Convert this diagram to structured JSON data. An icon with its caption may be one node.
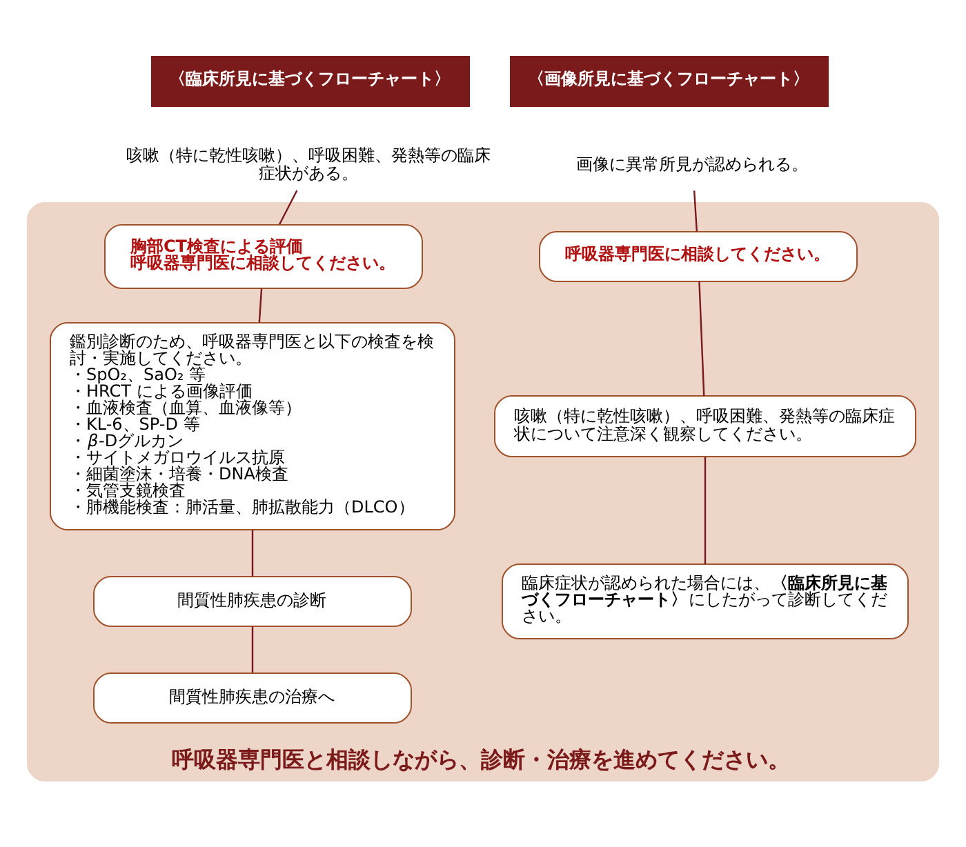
{
  "diagram": {
    "nodes": [
      {
        "text": [
          "〈臨床所見に基づくフローチャート〉"
        ]
      },
      {
        "text": [
          "〈画像所見に基づくフローチャート〉"
        ]
      },
      {
        "text": [
          "咳嗽（特に乾性咳嗽）、呼吸困難、発熱等の臨床症状がある。"
        ]
      },
      {
        "text": [
          "画像に異常所見が認められる。"
        ]
      },
      {
        "text": [
          "呼吸器専門医と相談しながら、診断・治療を進めてください。"
        ]
      },
      {
        "text": [
          "胸部CT検査による評価",
          "呼吸器専門医に相談してください。"
        ],
        "in": 4
      },
      {
        "text": [
          "鑑別診断のため、呼吸器専門医と以下の検査を検討・実施してください。",
          "・SpO₂、SaO₂ 等",
          "・HRCT による画像評価",
          "・血液検査（血算、血液像等）",
          "・KL-6、SP-D 等",
          "・*β*-Dグルカン",
          "・サイトメガロウイルス抗原",
          "・細菌塗沫・培養・DNA検査",
          "・気管支鏡検査",
          "・肺機能検査：肺活量、肺拡散能力（DLCO）"
        ],
        "in": 4
      },
      {
        "text": [
          "間質性肺疾患の診断"
        ],
        "in": 4
      },
      {
        "text": [
          "間質性肺疾患の治療へ"
        ],
        "in": 4
      },
      {
        "text": [
          "呼吸器専門医に相談してください。"
        ],
        "in": 4
      },
      {
        "text": [
          "咳嗽（特に乾性咳嗽）、呼吸困難、発熱等の臨床症状について注意深く観察してください。"
        ],
        "in": 4
      },
      {
        "text": [
          "臨床症状が認められた場合には、**〈臨床所見に基づくフローチャート〉**にしたがって診断してください。"
        ],
        "in": 4
      }
    ],
    "edges": [
      {
        "from": 2,
        "to": 5,
        "arrow": "none"
      },
      {
        "from": 5,
        "to": 6,
        "arrow": "none"
      },
      {
        "from": 6,
        "to": 7,
        "arrow": "none"
      },
      {
        "from": 7,
        "to": 8,
        "arrow": "none"
      },
      {
        "from": 3,
        "to": 9,
        "arrow": "none"
      },
      {
        "from": 9,
        "to": 10,
        "arrow": "none"
      },
      {
        "from": 10,
        "to": 11,
        "arrow": "none"
      }
    ]
  }
}
